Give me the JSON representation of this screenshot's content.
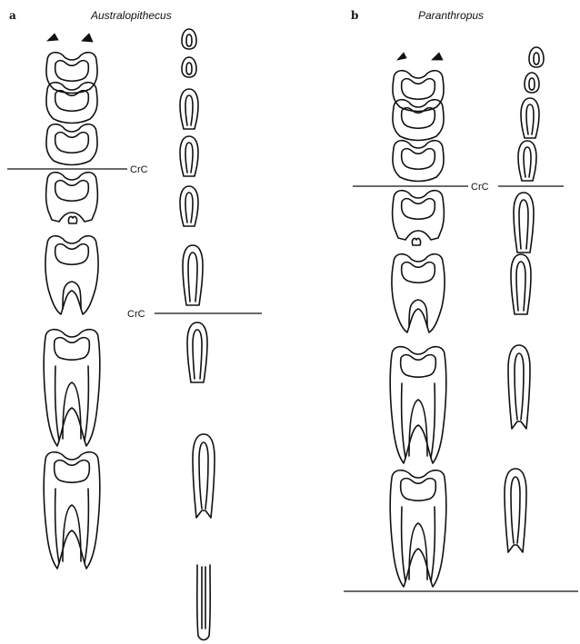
{
  "panels": [
    {
      "letter": "a",
      "genus": "Australopithecus"
    },
    {
      "letter": "b",
      "genus": "Paranthropus"
    }
  ],
  "marker_label": "CrC"
}
